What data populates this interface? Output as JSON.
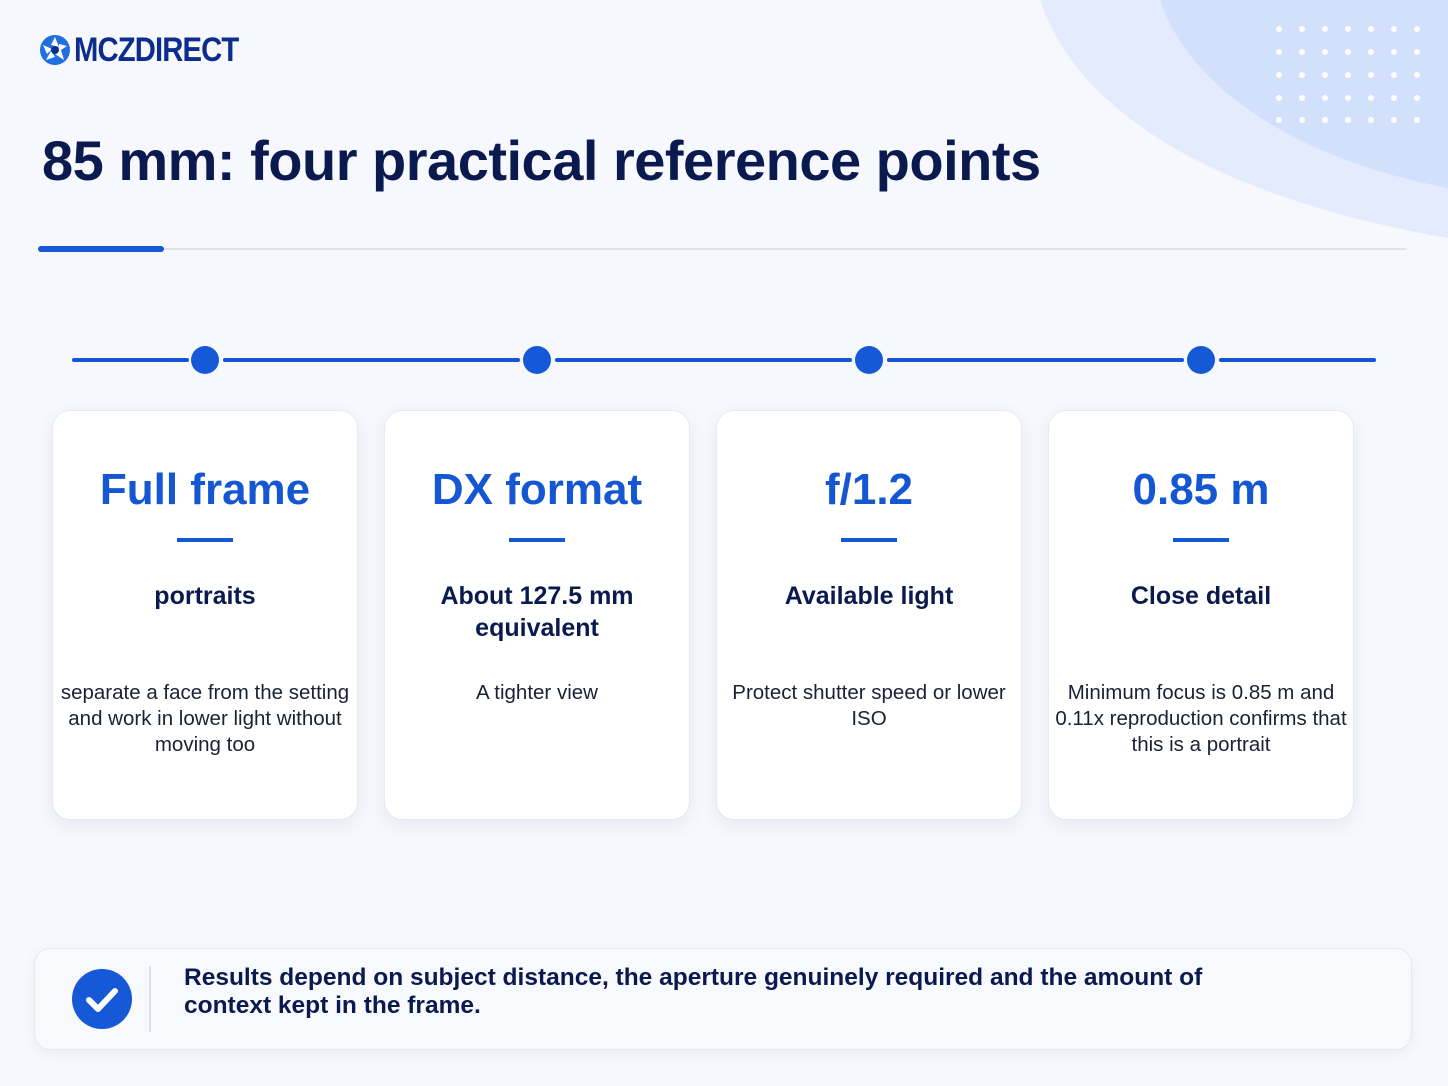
{
  "brand": {
    "name": "MCZDIRECT",
    "accent_color": "#1559d6",
    "navy_color": "#0b1a4e"
  },
  "title": "85 mm: four practical reference points",
  "cards": [
    {
      "value": "Full frame",
      "heading": "portraits",
      "text": "separate a face from the setting and work in lower light without moving too"
    },
    {
      "value": "DX format",
      "heading": "About 127.5 mm equivalent",
      "text": "A tighter view"
    },
    {
      "value": "f/1.2",
      "heading": "Available light",
      "text": "Protect shutter speed or lower ISO"
    },
    {
      "value": "0.85 m",
      "heading": "Close detail",
      "text": "Minimum focus is 0.85 m and 0.11x reproduction confirms that this is a portrait"
    }
  ],
  "note": {
    "icon": "check-circle-icon",
    "text": "Results depend on subject distance, the aperture genuinely required and the amount of context kept in the frame."
  }
}
